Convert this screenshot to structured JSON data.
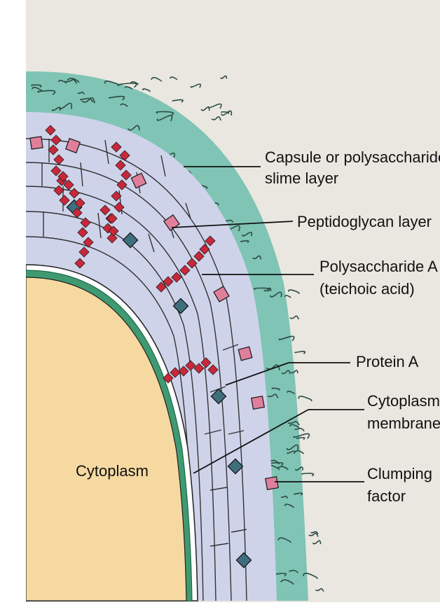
{
  "labels": {
    "capsule_line1": "Capsule or polysaccharide",
    "capsule_line2": "slime layer",
    "peptidoglycan": "Peptidoglycan layer",
    "polysaccharide_a_line1": "Polysaccharide A",
    "polysaccharide_a_line2": "(teichoic acid)",
    "protein_a": "Protein A",
    "cytoplasmic_line1": "Cytoplasmic",
    "cytoplasmic_line2": "membrane",
    "clumping_line1": "Clumping",
    "clumping_line2": "factor",
    "cytoplasm": "Cytoplasm"
  },
  "colors": {
    "page_background": "#e9e7e0",
    "capsule": "#7fc4b4",
    "cell_wall": "#cfd3ea",
    "cytoplasm": "#f6d9a1",
    "membrane": "#3f9a72",
    "clumping_factor": "#e07f9c",
    "protein_a": "#c8283a",
    "teichoic_diamond": "#3f6f7c"
  },
  "icons": [
    "capsule-swirl-texture",
    "peptidoglycan-brick-layers",
    "protein-a-chain",
    "teichoic-acid-diamond",
    "clumping-factor-square"
  ]
}
